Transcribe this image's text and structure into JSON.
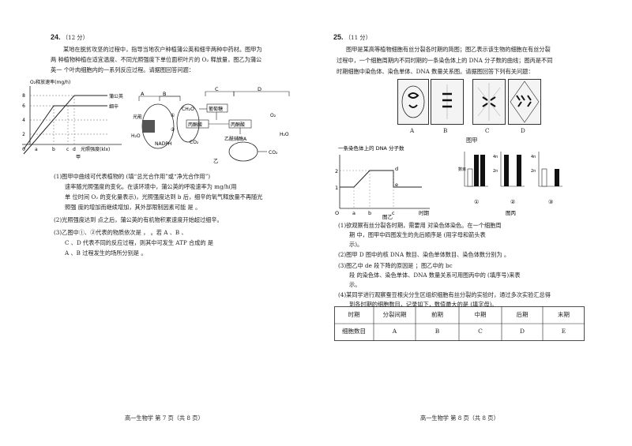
{
  "q24": {
    "number": "24.",
    "points": "（12 分）",
    "intro": [
      "某地在脱贫攻坚的过程中，指导当地农户种植蒲公英和细辛两种中药材。图甲为",
      "两  种植物种植在适宜温度、不同光照强度下单位面积叶片的 O₂ 释放量，图乙为蒲公",
      "英一  个叶肉细胞内的一系列反应过程。请据图回答问题："
    ],
    "chart_jia": {
      "ylabel": "O₂释放速率(mg/h)",
      "xlabel": "光照强度(klx)",
      "caption": "甲",
      "y_ticks": [
        "8",
        "6",
        "4",
        "2",
        "0"
      ],
      "x_ticks": [
        "a",
        "b",
        "c",
        "d"
      ],
      "series_labels": [
        "蒲公英",
        "细辛"
      ]
    },
    "diagram_yi": {
      "caption": "乙",
      "labels": [
        "A",
        "B",
        "C",
        "D",
        "光能",
        "H₂O",
        "NADPH",
        "①",
        "②",
        "CH₂O",
        "CO₂",
        "葡萄糖",
        "丙酮酸",
        "丙酮酸",
        "乙酰辅酶A",
        "O₂",
        "H₂O",
        "CO₂"
      ]
    },
    "questions": [
      "(1)图甲中曲线可代表植物的                    (填“总光合作用”或“净光合作用”)",
      "速率随光照强度的变化。在该环境中，蒲公英的呼吸速率为                mg/h(用",
      "单  位时间 O₂ 的变化量表示)，光照强度达到 b 后，细辛的氧气释放量不再随光",
      "照强    度的增加而继续增加，其外部限制因素可能    是                       。",
      "(2)光照强度达到              点之后，蒲公英的有机物积累速度开始超过细辛。",
      "(3)乙图中①、②代表的物质依次是                      ，                      。若 A 、B 、",
      "C   、D  代表不同的反应过程，则其中可发生 ATP   合成的    是",
      "A 、B 过程发生的场所分别是                              。"
    ],
    "footer": "高一生物学    第 7 页（共 8 页）"
  },
  "q25": {
    "number": "25.",
    "points": "（11 分）",
    "intro": [
      "图甲是某高等植物细胞有丝分裂各时期的简图；图乙表示该生物的细胞在有丝分裂",
      "过程中，一个细胞周期内不同时期的一条染色体上的 DNA 分子数的曲线；图丙是不同",
      "时期细胞中染色体、染色单体、DNA 数量关系图。请据图回答下列有关问题："
    ],
    "fig_jia": {
      "cell_labels": [
        "A",
        "B",
        "C",
        "D"
      ],
      "caption": "图甲"
    },
    "fig_yi": {
      "title": "一条染色体上的 DNA 分子数",
      "y_ticks": [
        "2",
        "1"
      ],
      "x_ticks": [
        "O",
        "a",
        "b",
        "c"
      ],
      "x_unit": "时期",
      "point_labels": [
        "d",
        "e"
      ],
      "caption": "图乙"
    },
    "fig_bing": {
      "ylabel": "数目",
      "y_ticks": [
        "4n",
        "2n"
      ],
      "panel_labels": [
        "①",
        "②",
        "③"
      ],
      "caption": "图丙"
    },
    "questions": [
      "(1)欲观察有丝分裂各时期，需要用                          对染色体染色。在一个细胞周",
      "期  中，图甲中四图发生的先后顺序是                                (用字母和箭头表",
      "示)。",
      "(2)图甲 D 图中的核 DNA 数目、染色单体数目、染色体数分别为                         。",
      "(3)图乙中  de 段下降的原因是                                               ；图乙中的 bc",
      "段  的染色体、染色单体、DNA 数量关系可用图丙中的                 (填序号)来表",
      "示。",
      "(4)某同学进行观察蚕豆根尖分生区组织细胞有丝分裂的实验时，通过多次实验汇总得",
      "到各时期的细胞数目，记录如下，数值最大的是                 (填字母)。"
    ],
    "table": {
      "headers": [
        "时期",
        "分裂间期",
        "前期",
        "中期",
        "后期",
        "末期"
      ],
      "row_label": "细胞数目",
      "row_values": [
        "A",
        "B",
        "C",
        "D",
        "E"
      ]
    },
    "footer": "高一生物学    第 8 页（共 8 页）"
  }
}
